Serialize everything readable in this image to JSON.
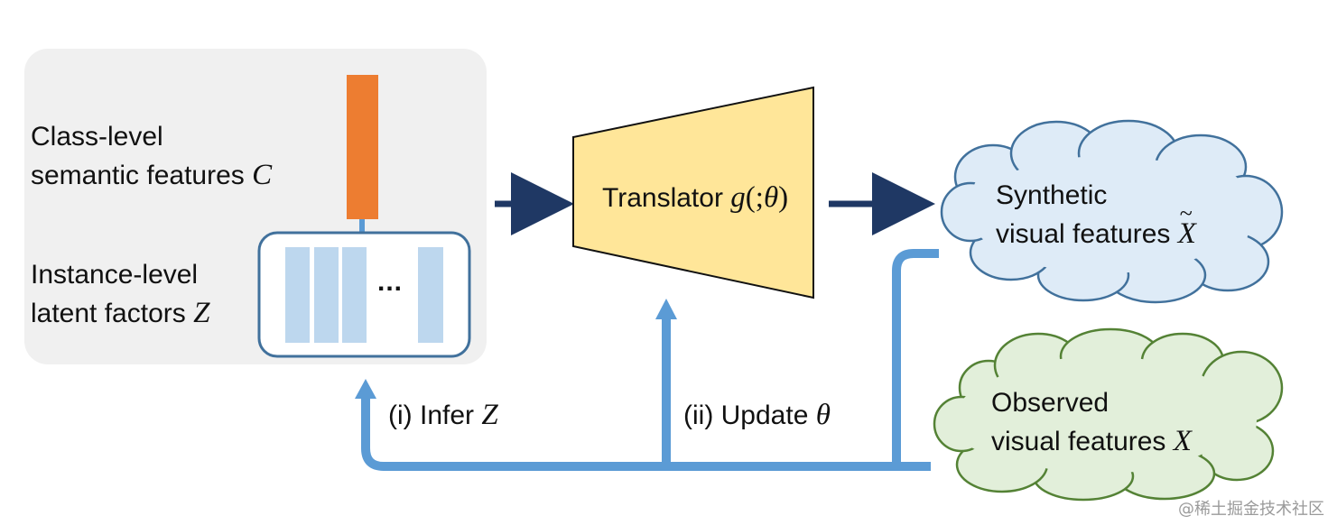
{
  "input_panel": {
    "class_level_line1": "Class-level",
    "class_level_line2": "semantic features",
    "class_symbol": "C",
    "instance_level_line1": "Instance-level",
    "instance_level_line2": "latent factors",
    "instance_symbol": "Z",
    "ellipsis": "..."
  },
  "translator": {
    "label": "Translator",
    "func": "g",
    "args_open": "(;",
    "theta": "θ",
    "args_close": ")"
  },
  "synthetic": {
    "line1": "Synthetic",
    "line2": "visual features",
    "symbol": "X"
  },
  "observed": {
    "line1": "Observed",
    "line2": "visual features",
    "symbol": "X"
  },
  "steps": {
    "infer_text": "(i) Infer",
    "infer_symbol": "Z",
    "update_text": "(ii) Update",
    "update_symbol": "θ"
  },
  "watermark": "@稀土掘金技术社区",
  "colors": {
    "panel_bg": "#f0f0f0",
    "orange_bar": "#ed7d31",
    "latent_bars": "#bdd7ee",
    "box_border": "#41719c",
    "translator_fill": "#ffe699",
    "dark_arrow": "#1f3864",
    "feedback_arrow": "#5b9bd5",
    "synthetic_cloud": "#deebf7",
    "observed_cloud": "#e2efda"
  }
}
